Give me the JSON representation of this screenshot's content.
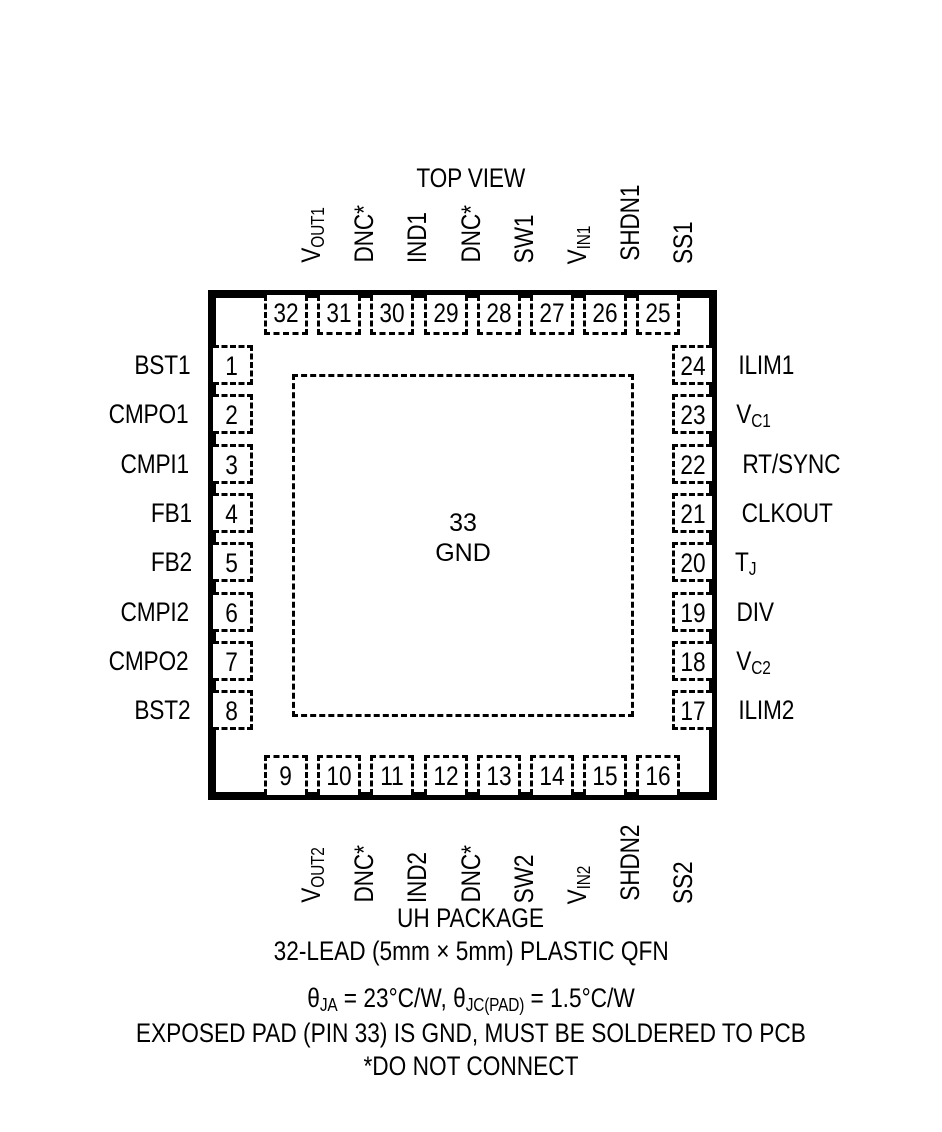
{
  "title": "TOP VIEW",
  "package": {
    "exposed_pad_number": "33",
    "exposed_pad_name": "GND"
  },
  "pins": {
    "left": [
      {
        "number": "1",
        "label": "BST1"
      },
      {
        "number": "2",
        "label": "CMPO1"
      },
      {
        "number": "3",
        "label": "CMPI1"
      },
      {
        "number": "4",
        "label": "FB1"
      },
      {
        "number": "5",
        "label": "FB2"
      },
      {
        "number": "6",
        "label": "CMPI2"
      },
      {
        "number": "7",
        "label": "CMPO2"
      },
      {
        "number": "8",
        "label": "BST2"
      }
    ],
    "bottom": [
      {
        "number": "9",
        "base": "V",
        "sub": "OUT2",
        "suffix": ""
      },
      {
        "number": "10",
        "base": "DNC",
        "sub": "",
        "suffix": "*"
      },
      {
        "number": "11",
        "base": "IND2",
        "sub": "",
        "suffix": ""
      },
      {
        "number": "12",
        "base": "DNC",
        "sub": "",
        "suffix": "*"
      },
      {
        "number": "13",
        "base": "SW2",
        "sub": "",
        "suffix": ""
      },
      {
        "number": "14",
        "base": "V",
        "sub": "IN2",
        "suffix": ""
      },
      {
        "number": "15",
        "base": "SHDN2",
        "sub": "",
        "suffix": ""
      },
      {
        "number": "16",
        "base": "SS2",
        "sub": "",
        "suffix": ""
      }
    ],
    "right": [
      {
        "number": "17",
        "base": "ILIM2",
        "sub": ""
      },
      {
        "number": "18",
        "base": "V",
        "sub": "C2"
      },
      {
        "number": "19",
        "base": "DIV",
        "sub": ""
      },
      {
        "number": "20",
        "base": "T",
        "sub": "J"
      },
      {
        "number": "21",
        "base": "CLKOUT",
        "sub": ""
      },
      {
        "number": "22",
        "base": "RT/SYNC",
        "sub": ""
      },
      {
        "number": "23",
        "base": "V",
        "sub": "C1"
      },
      {
        "number": "24",
        "base": "ILIM1",
        "sub": ""
      }
    ],
    "top": [
      {
        "number": "25",
        "base": "SS1",
        "sub": "",
        "suffix": ""
      },
      {
        "number": "26",
        "base": "SHDN1",
        "sub": "",
        "suffix": ""
      },
      {
        "number": "27",
        "base": "V",
        "sub": "IN1",
        "suffix": ""
      },
      {
        "number": "28",
        "base": "SW1",
        "sub": "",
        "suffix": ""
      },
      {
        "number": "29",
        "base": "DNC",
        "sub": "",
        "suffix": "*"
      },
      {
        "number": "30",
        "base": "IND1",
        "sub": "",
        "suffix": ""
      },
      {
        "number": "31",
        "base": "DNC",
        "sub": "",
        "suffix": "*"
      },
      {
        "number": "32",
        "base": "V",
        "sub": "OUT1",
        "suffix": ""
      }
    ]
  },
  "caption": {
    "line1": "UH PACKAGE",
    "line2": "32-LEAD (5mm × 5mm) PLASTIC QFN",
    "thermal_prefix1": "θ",
    "thermal_sub1": "JA",
    "thermal_mid": " = 23°C/W, ",
    "thermal_prefix2": "θ",
    "thermal_sub2": "JC(PAD)",
    "thermal_tail": " = 1.5°C/W",
    "line4": "EXPOSED PAD (PIN 33) IS GND, MUST BE SOLDERED TO PCB",
    "line5": "*DO NOT CONNECT"
  }
}
